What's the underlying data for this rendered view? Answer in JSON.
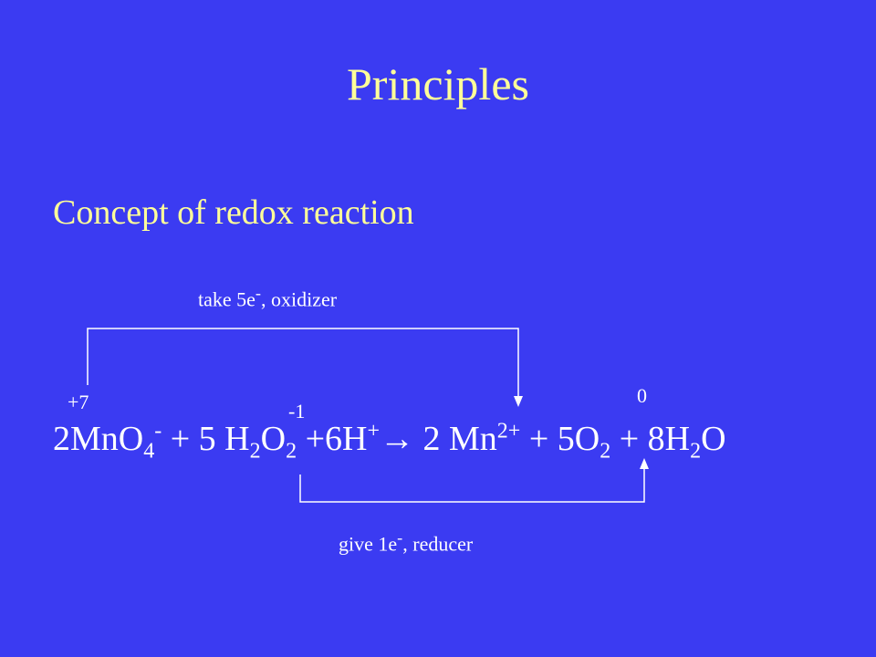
{
  "slide": {
    "title": "Principles",
    "subtitle": "Concept of redox reaction"
  },
  "annotations": {
    "take_note_text": "take 5e",
    "take_note_sup": "-",
    "take_note_rest": ", oxidizer",
    "give_note_text": "give 1e",
    "give_note_sup": "-",
    "give_note_rest": ", reducer"
  },
  "oxidation_states": {
    "mn_reactant": "+7",
    "o_h2o2": "-1",
    "o_product": "0"
  },
  "equation": {
    "t1": "2MnO",
    "s1": "4",
    "p1": "-",
    "t2": " + 5 H",
    "s2": "2",
    "t3": "O",
    "s3": "2",
    "t4": " +6H",
    "p2": "+",
    "arrow": "→",
    "t5": " 2 Mn",
    "p3": "2+",
    "t6": " + 5O",
    "s4": "2",
    "t7": " + 8H",
    "s5": "2",
    "t8": "O"
  },
  "colors": {
    "background": "#3b3bf2",
    "title": "#ffff99",
    "text": "#ffffff"
  }
}
